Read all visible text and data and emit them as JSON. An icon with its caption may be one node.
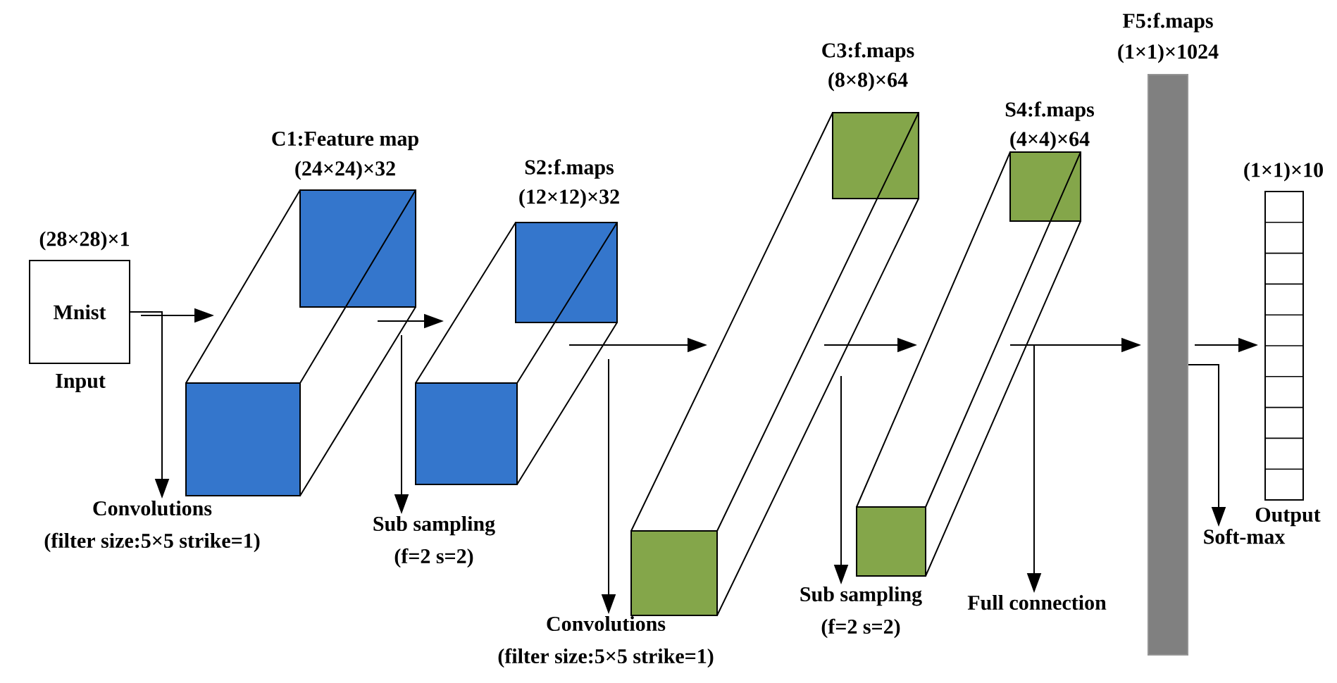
{
  "diagram": {
    "nodes": [
      {
        "text": [
          "(28×28)×1",
          "Mnist"
        ],
        "beside": [
          "Input"
        ]
      },
      {
        "text": [
          "C1:Feature map",
          "(24×24)×32"
        ]
      },
      {
        "text": [
          "S2:f.maps",
          "(12×12)×32"
        ]
      },
      {
        "text": [
          "C3:f.maps",
          "(8×8)×64"
        ]
      },
      {
        "text": [
          "S4:f.maps",
          "(4×4)×64"
        ]
      },
      {
        "text": [
          "F5:f.maps",
          "(1×1)×1024"
        ]
      },
      {
        "text": [
          "(1×1)×10"
        ],
        "beside": [
          "Output"
        ]
      },
      {
        "text": [
          "Convolutions",
          "(filter size:5×5 strike=1)"
        ]
      },
      {
        "text": [
          "Sub sampling",
          "(f=2 s=2)"
        ]
      },
      {
        "text": [
          "Convolutions",
          "(filter size:5×5 strike=1)"
        ]
      },
      {
        "text": [
          "Sub sampling",
          "(f=2 s=2)"
        ]
      },
      {
        "text": [
          "Full connection"
        ]
      },
      {
        "text": [
          "Soft-max"
        ]
      }
    ],
    "edges": [
      {
        "from": 0,
        "to": 1,
        "arrow": "to"
      },
      {
        "from": 0,
        "to": 7,
        "arrow": "to"
      },
      {
        "from": 1,
        "to": 2,
        "arrow": "to"
      },
      {
        "from": 1,
        "to": 8,
        "arrow": "to"
      },
      {
        "from": 2,
        "to": 3,
        "arrow": "to"
      },
      {
        "from": 2,
        "to": 9,
        "arrow": "to"
      },
      {
        "from": 3,
        "to": 4,
        "arrow": "to"
      },
      {
        "from": 3,
        "to": 10,
        "arrow": "to"
      },
      {
        "from": 4,
        "to": 5,
        "arrow": "to"
      },
      {
        "from": 4,
        "to": 11,
        "arrow": "to"
      },
      {
        "from": 5,
        "to": 6,
        "arrow": "to"
      },
      {
        "from": 5,
        "to": 12,
        "arrow": "to"
      }
    ]
  }
}
